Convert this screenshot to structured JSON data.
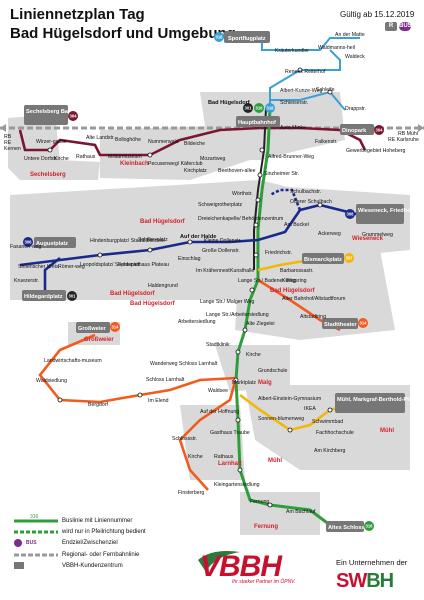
{
  "header": {
    "title": "Liniennetzplan Tag",
    "subtitle": "Bad Hügelsdorf und Umgebung",
    "valid_from": "Gültig ab 15.12.2019",
    "badge_r": "R",
    "badge_bus": "BUS"
  },
  "colors": {
    "green_line": "#2e9e3a",
    "blue_line": "#1a2a8a",
    "lightblue_line": "#3aa0d8",
    "orange_line": "#f25a1e",
    "yellow_line": "#f2b70a",
    "darkred_line": "#7a1630",
    "area_fill": "#d9d9d9",
    "district_red": "#d2232a",
    "logo_red": "#c8102e",
    "logo_green": "#2a7a3b"
  },
  "districts": {
    "sechelsberg": "Sechelsberg",
    "kleinbach": "Kleinbach",
    "bad_huegelsdorf_1": "Bad Hügelsdorf",
    "bad_huegelsdorf_2": "Bad Hügelsdorf",
    "bad_huegelsdorf_3": "Bad Hügelsdorf",
    "bad_huegelsdorf_4": "Bad Hügelsdorf",
    "wieseneck": "Wieseneck",
    "grossweier": "Großweier",
    "malg": "Malg",
    "muehl": "Mühl",
    "larnhalt": "Larnhalt",
    "fernung": "Fernung"
  },
  "hubs": {
    "sportflugplatz": "Sportflugplatz",
    "sechelsberg_bf": "Sechelsberg Bahnhof",
    "hauptbahnhof_top": "Bad Hügelsdorf",
    "hauptbahnhof": "Hauptbahnhof",
    "dinopark": "Dinopark",
    "augustplatz": "Augustplatz",
    "hildegardplatz": "Hildegardplatz",
    "wieseneck_friedhof": "Wieseneck, Friedhof",
    "bismarckplatz": "Bismarckplatz",
    "stadttheater": "Stadttheater",
    "grossweier_hub": "Großweier",
    "muehl_markgraf": "Mühl, Markgraf-Berthold-Platz",
    "altes_schloss": "Altes Schloss"
  },
  "hub_numbers": {
    "sportflugplatz": "318",
    "sechelsberg_bf": "304",
    "hbf_a": "301",
    "hbf_b": "316",
    "hbf_c": "318",
    "dinopark": "304",
    "augustplatz": "306",
    "hildegardplatz": "301",
    "wieseneck_friedhof": "306",
    "bismarckplatz": "307",
    "stadttheater": "314",
    "grossweier_hub": "314",
    "altes_schloss": "316"
  },
  "rail": {
    "left_a": "RB",
    "left_b": "RE",
    "left_c": "Kernen",
    "right_a": "RB Mühl",
    "right_b": "RE Karlsruhe"
  },
  "stops": {
    "an_der_matte": "An der Matte",
    "kraeuterkundler": "Kräuterkundler",
    "waldmannsheil": "Waldmanns-heil",
    "waldeck": "Waldeck",
    "renees_reiterhof": "Renees Reiterhof",
    "albert_kunze_weg": "Albert-Kunze-Weg",
    "schleife": "Schleife",
    "schleiserstr": "Schleiserstr.",
    "drappstr": "Drappstr.",
    "auto_minke": "Auto Minke",
    "falkenstr": "Falkenstr.",
    "gewerbegebiet": "Gewerbegebiet Hoheberg",
    "wirzergasse": "Wirzer-gasse",
    "alte_landstr": "Alte Landstr.",
    "untere_dorfstr": "Untere Dorfstr.",
    "kirche_s": "Kirche",
    "rathaus_s": "Rathaus",
    "bollogshoehe": "Bolloghöhe",
    "militaermuseum": "Militärmuseum",
    "nummerwald": "Nummerwald",
    "bildeiche": "Bildeiche",
    "mozartweg": "Mozartweg",
    "pecusenweg": "Pecusenweg/ Käferclub",
    "kirchplatz": "Kirchplatz",
    "beethovenallee": "Beethoven-allee",
    "alfred_brunner_weg": "Alfred-Brunner-Weg",
    "sinzheimer_str": "Sinzheimer Str.",
    "woerthstr": "Wörthstr.",
    "schulbachstr": "Schulbachstr.",
    "oberer_schulbach": "Oberer Schulbach",
    "schweigrotherplatz": "Schweigrotherplatz",
    "dreieichenkapelle": "Dreieichenkapelle/ Behördenzentrum",
    "am_buckel": "Am Buckel",
    "ackerweg": "Ackerweg",
    "grammelweg": "Grammelweg",
    "kleine_dollenstr": "Kleine Dollenstr.",
    "grosse_dollenstr": "Große Dollenstr.",
    "auf_der_halde": "Auf der Halde",
    "einschlag": "Einschlag",
    "im_kraehennest": "Im Krähennest",
    "kunsthalle": "Kunsthalle",
    "schillerplatz": "Schiller-platz",
    "haldengrund": "Haldengrund",
    "hindenburgplatz": "Hindenburgplatz/ Stadtbibliothek",
    "leopoldsplatz": "Leopoldsplatz/ Sophienstr.",
    "festspielhaus": "Festspielhaus Plateau",
    "fasanenweg": "Fasanen-weg",
    "sinterischer_kreis": "Sinterischer Kreis",
    "roemerweg": "Römer-weg",
    "kruezerstr": "Kruezerstr.",
    "friedrichstr": "Friedrichstr.",
    "barbarossastr": "Barbarossastr.",
    "koenigsring": "Königsring",
    "lange_str_badener": "Lange Str./ Badener Weg",
    "lange_str_malger": "Lange Str./ Malger Weg",
    "alter_bahnhof": "Alter Bahnhof/Altstadtforum",
    "altstadtring": "Altstadtring",
    "lange_str_arbeitersiedlung": "Lange Str./Arbeitersiedlung",
    "arbeitersiedlung": "Arbeitersiedlung",
    "alte_ziegelei": "Alte Ziegelei",
    "stadtklinik": "Stadtklinik",
    "kirche_m": "Kirche",
    "grundschule": "Grundschule",
    "marktplatz": "Marktplatz",
    "landwirtschaftsmuseum": "Landwirtschafts-museum",
    "waldsiedlung": "Waldsiedlung",
    "wanderweg": "Wanderweg Schloss Larnhalt",
    "schloss_larnhalt": "Schloss Larnhalt",
    "waldsee": "Waldsee",
    "im_elend": "Im Elend",
    "bergdorf": "Bergdorf",
    "albert_einstein": "Albert-Einstein-Gymnasium",
    "ikea": "IKEA",
    "schwimmbad": "Schwimmbad",
    "sonnenblumenweg": "Sonnen-blumenweg",
    "fachhochschule": "Fachhochschule",
    "am_kirchberg": "Am Kirchberg",
    "auf_der_hoffnung": "Auf der Hoffnung",
    "gasthaus_traube": "Gasthaus Traube",
    "schlossstr": "Schlossstr.",
    "kirche_l": "Kirche",
    "rathaus_l": "Rathaus",
    "finsterberg": "Finsterberg",
    "kleingartensiedlung": "Kleingartensiedlung",
    "fernung_stop": "Fernung",
    "am_bachlauf": "Am Bachlauf"
  },
  "legend": {
    "line_with_number": "Buslinie mit Liniennummer",
    "shuttle_only": "wird nur in Pfeilrichtung bedient",
    "terminal": "Endziel/Zwischenziel",
    "rail": "Regional- oder Fernbahnlinie",
    "service_center": "VBBH-Kundenzentrum",
    "num_316": "316",
    "bus": "BUS"
  },
  "branding": {
    "logo": "VBBH",
    "logo_tagline": "Ihr starker Partner im ÖPNV.",
    "company_text": "Ein Unternehmen der",
    "company_brand_a": "SW",
    "company_brand_b": "BH"
  }
}
